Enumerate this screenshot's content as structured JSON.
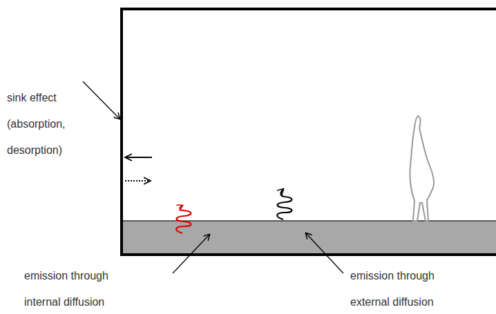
{
  "diagram": {
    "labels": [
      "sink effect (absorption, desorption)",
      "emission through internal diffusion",
      "emission through external diffusion"
    ]
  }
}
